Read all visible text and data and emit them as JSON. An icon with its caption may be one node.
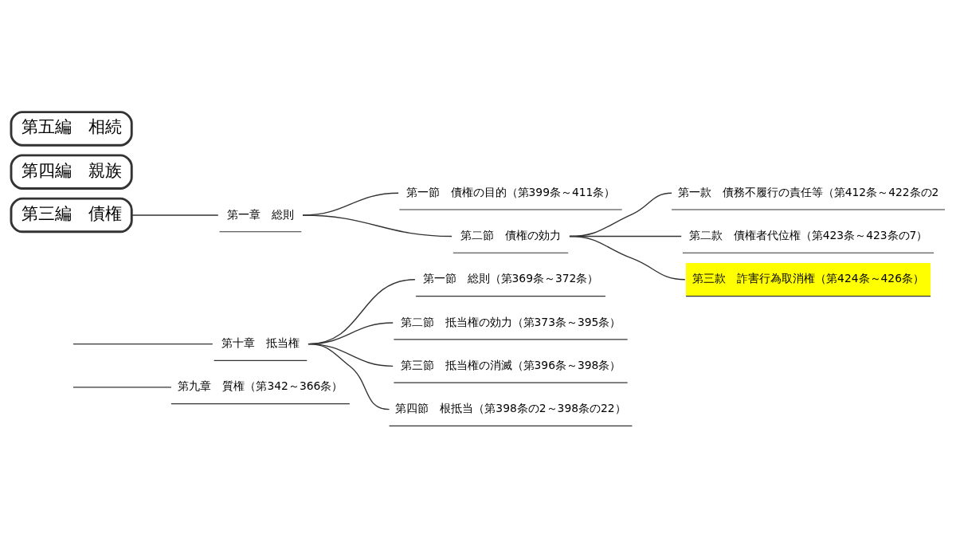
{
  "diagram": {
    "nodes": [
      {
        "text": [
          "第九章　質権（第342～366条）"
        ]
      },
      {
        "text": [
          "第十章　抵当権"
        ]
      },
      {
        "text": [
          "第一節　総則（第369条～372条）"
        ]
      },
      {
        "text": [
          "第二節　抵当権の効力（第373条～395条）"
        ]
      },
      {
        "text": [
          "第三節　抵当権の消滅（第396条～398条）"
        ]
      },
      {
        "text": [
          "第四節　根抵当（第398条の2～398条の22）"
        ]
      },
      {
        "text": [
          "第三編　債権"
        ]
      },
      {
        "text": [
          "第一章　総則"
        ]
      },
      {
        "text": [
          "第一節　債権の目的（第399条～411条）"
        ]
      },
      {
        "text": [
          "第二節　債権の効力"
        ]
      },
      {
        "text": [
          "第一款　債務不履行の責任等（第412条～422条の2"
        ]
      },
      {
        "text": [
          "第二款　債権者代位権（第423条～423条の7）"
        ]
      },
      {
        "text": [
          "第三款　詐害行為取消権（第424条～426条）"
        ]
      },
      {
        "text": [
          "第四編　親族"
        ]
      },
      {
        "text": [
          "第五編　相続"
        ]
      }
    ],
    "edges": [
      {
        "from": null,
        "to": 0,
        "arrow": "none"
      },
      {
        "from": null,
        "to": 1,
        "arrow": "none"
      },
      {
        "from": 1,
        "to": 2,
        "arrow": "none"
      },
      {
        "from": 1,
        "to": 3,
        "arrow": "none"
      },
      {
        "from": 1,
        "to": 4,
        "arrow": "none"
      },
      {
        "from": 1,
        "to": 5,
        "arrow": "none"
      },
      {
        "from": 6,
        "to": 7,
        "arrow": "none"
      },
      {
        "from": 7,
        "to": 8,
        "arrow": "none"
      },
      {
        "from": 7,
        "to": 9,
        "arrow": "none"
      },
      {
        "from": 9,
        "to": 10,
        "arrow": "none"
      },
      {
        "from": 9,
        "to": 11,
        "arrow": "none"
      },
      {
        "from": 9,
        "to": 12,
        "arrow": "none"
      }
    ]
  }
}
